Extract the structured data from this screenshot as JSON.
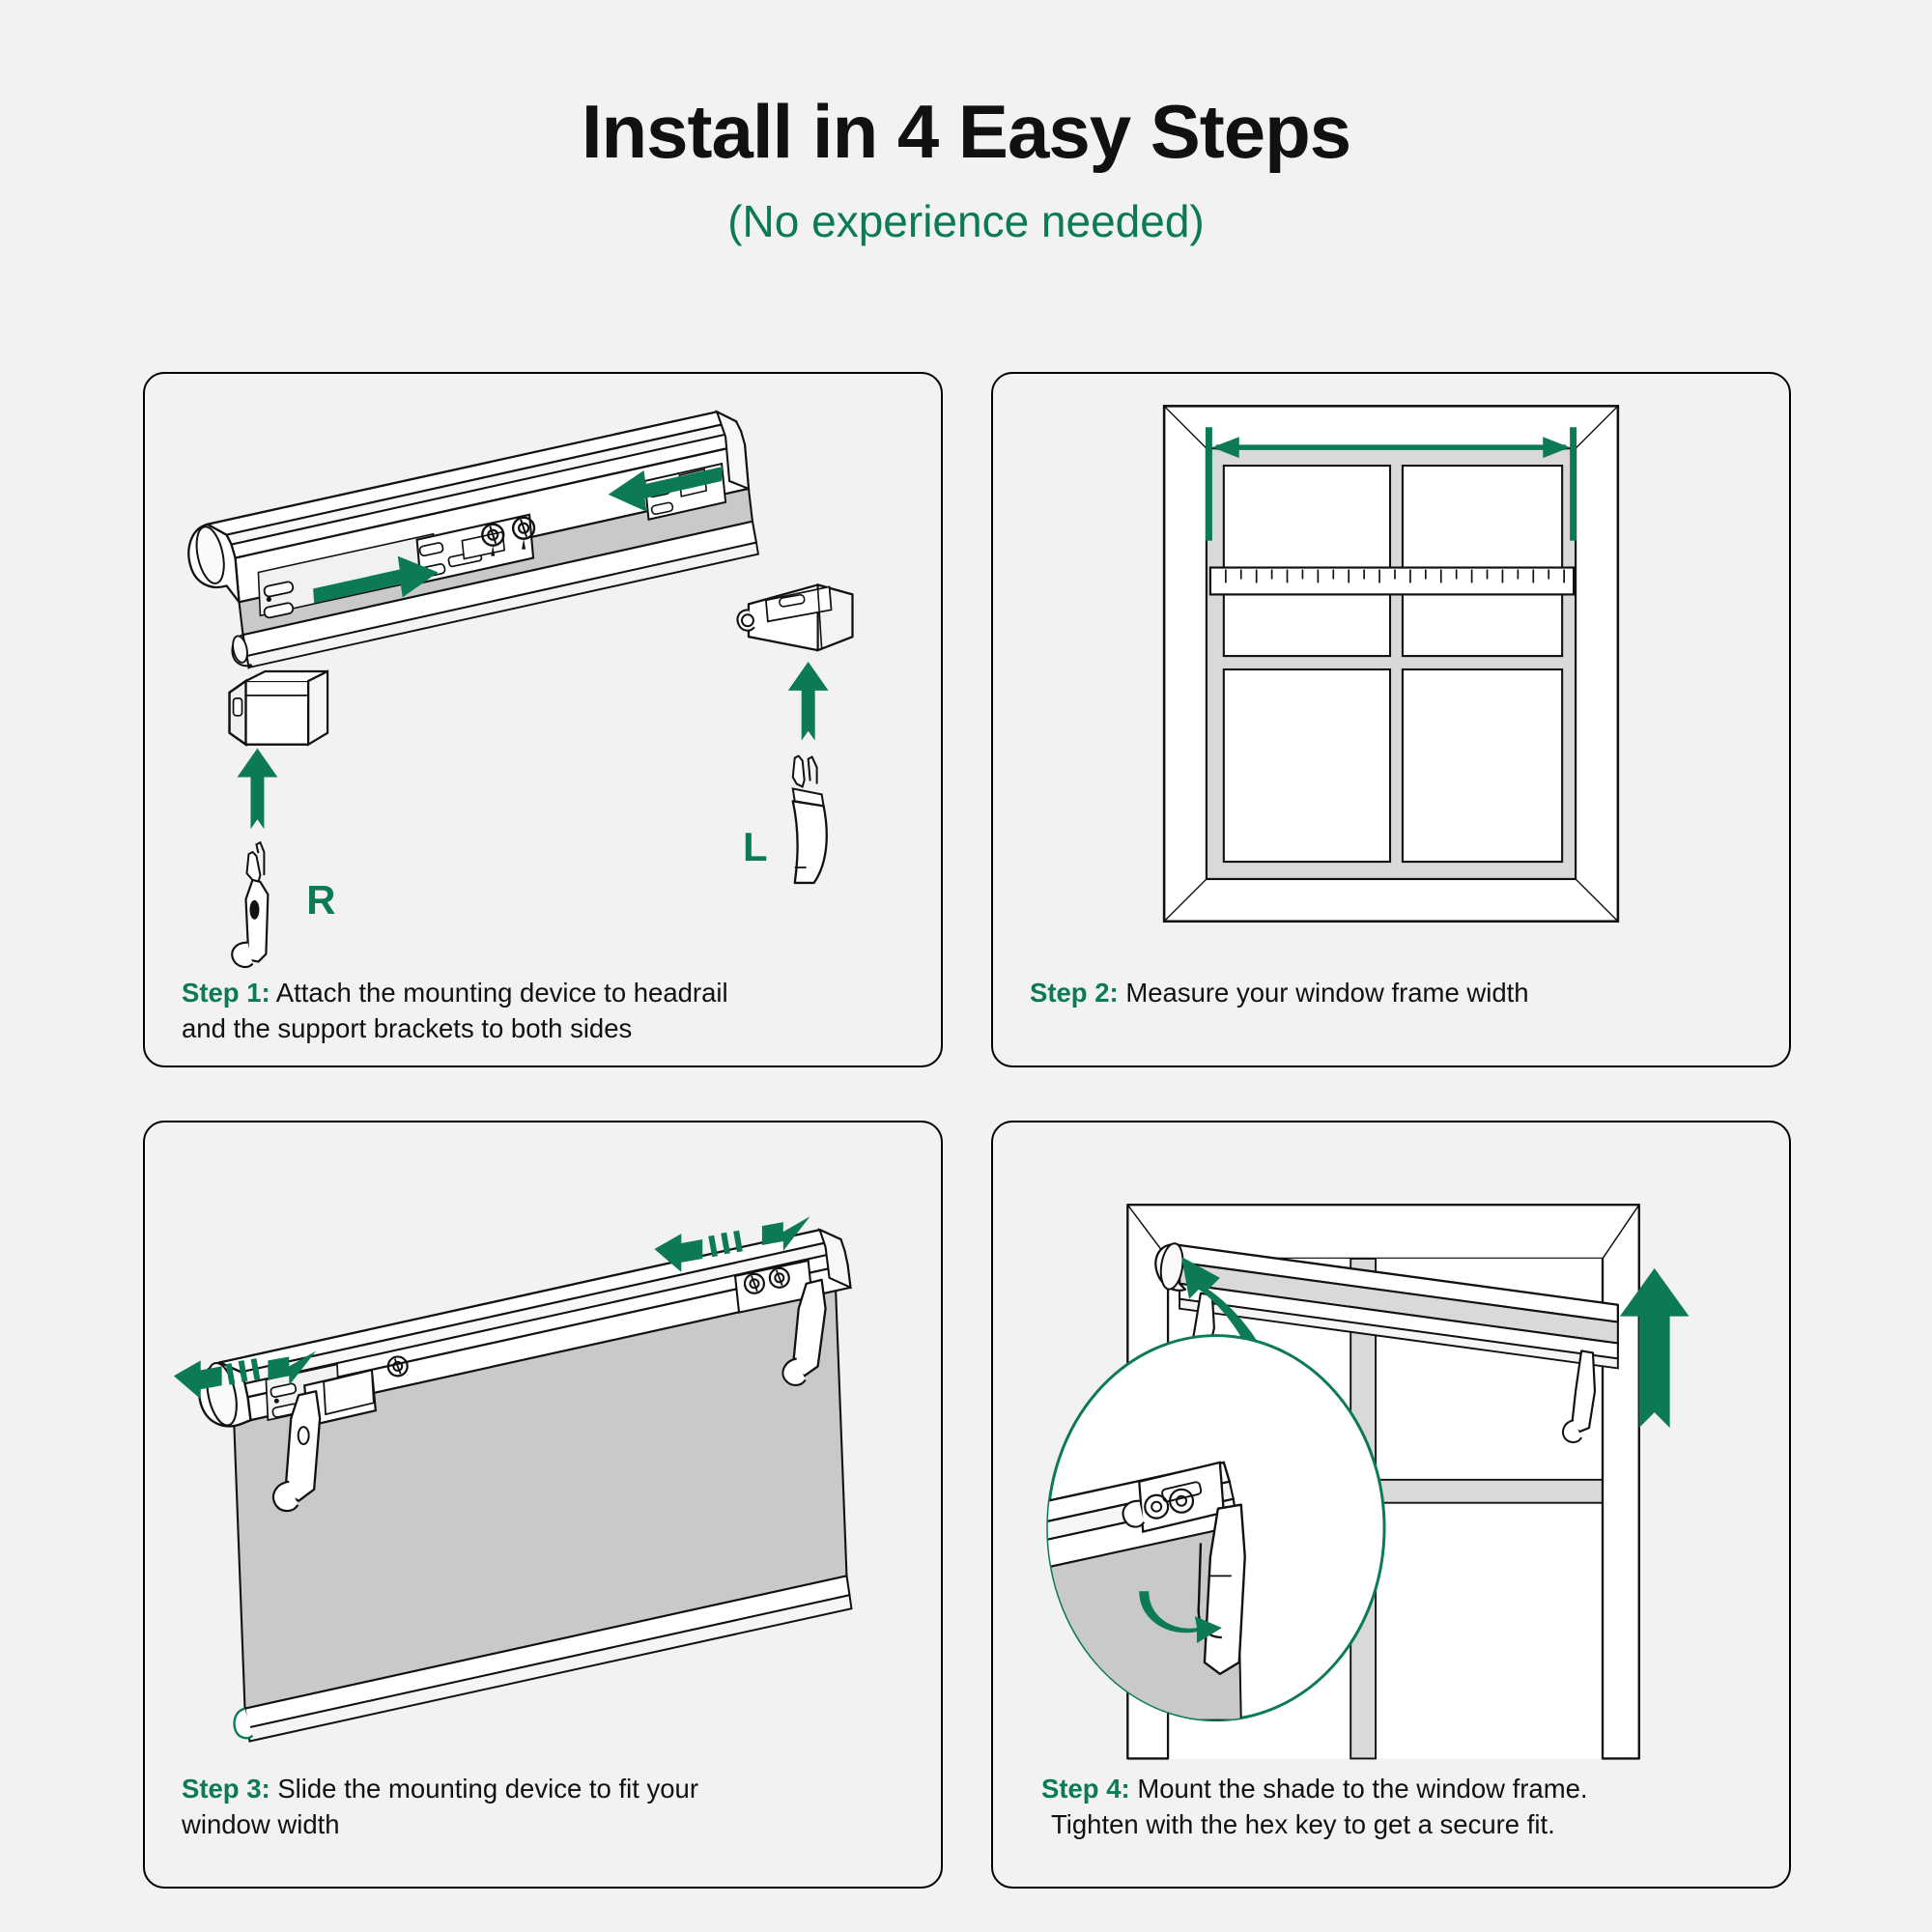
{
  "header": {
    "title": "Install in 4 Easy Steps",
    "subtitle": "(No experience needed)"
  },
  "colors": {
    "accent_green": "#0b7a55",
    "background": "#f2f2f2",
    "line": "#000000",
    "shade_fabric": "#c9c9c9",
    "window_sash": "#d9d9d9"
  },
  "steps": [
    {
      "id": "step-1",
      "label": "Step 1:",
      "text_line1": " Attach the mounting device to headrail",
      "text_line2": "and the support brackets to both sides",
      "illustration": "headrail-with-mounting-device-and-support-brackets",
      "annotations": {
        "bracket_right_label": "R",
        "bracket_left_label": "L",
        "arrow_headrail_slide": "arrow-right",
        "arrow_bracket_r_up": "arrow-up",
        "arrow_bracket_l_up": "arrow-up",
        "arrow_endcap_left": "arrow-left"
      }
    },
    {
      "id": "step-2",
      "label": "Step 2:",
      "text_line1": " Measure your window frame width",
      "text_line2": "",
      "illustration": "window-frame-with-measuring-tape",
      "annotations": {
        "dimension_arrow": "double-headed-width-arrow",
        "tape_measure": "tape-measure-with-tick-marks"
      }
    },
    {
      "id": "step-3",
      "label": "Step 3:",
      "text_line1": " Slide the mounting device to fit your",
      "text_line2": "window width",
      "illustration": "shade-with-sliding-mounting-device",
      "annotations": {
        "arrow_left_slide": "double-headed-slide-arrow",
        "arrow_right_slide": "double-headed-slide-arrow"
      }
    },
    {
      "id": "step-4",
      "label": "Step 4:",
      "text_line1": " Mount the shade to the window frame.",
      "text_line2": "Tighten with the hex key to get a secure fit.",
      "illustration": "shade-mounted-in-window-frame-with-detail-inset",
      "annotations": {
        "arrow_rotate_in": "curved-arrow-up-left",
        "arrow_lift_right": "arrow-up",
        "detail_inset": "magnified-bracket-detail-circle",
        "arrow_hex_turn": "curved-arrow-tighten"
      }
    }
  ]
}
